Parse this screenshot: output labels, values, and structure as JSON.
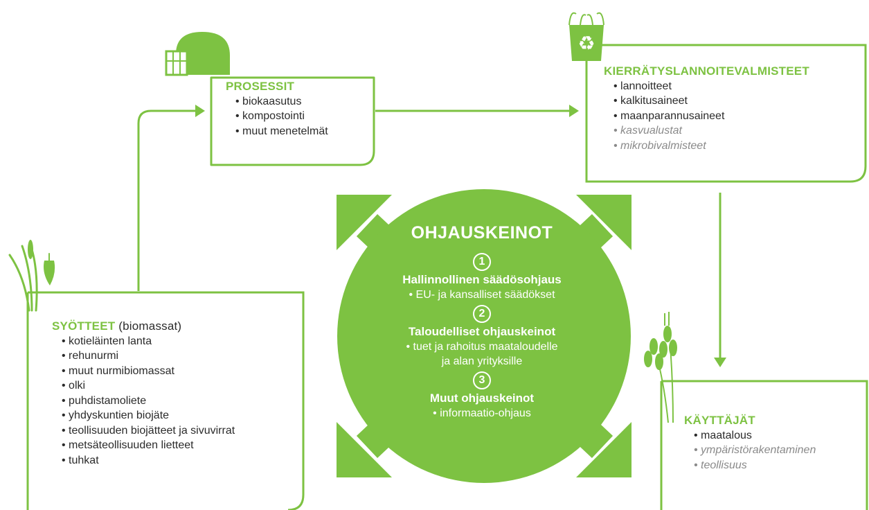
{
  "processes": {
    "heading": "PROSESSIT",
    "items": [
      "biokaasutus",
      "kompostointi",
      "muut menetelmät"
    ]
  },
  "recycled_fertilizers": {
    "heading": "KIERRÄTYSLANNOITEVALMISTEET",
    "items": [
      "lannoitteet",
      "kalkitusaineet",
      "maanparannusaineet",
      "kasvualustat",
      "mikrobivalmisteet"
    ]
  },
  "inputs": {
    "heading": "SYÖTTEET",
    "heading_sub": "(biomassat)",
    "items": [
      "kotieläinten lanta",
      "rehunurmi",
      "muut nurmibiomassat",
      "olki",
      "puhdistamoliete",
      "yhdyskuntien biojäte",
      "teollisuuden biojätteet ja sivuvirrat",
      "metsäteollisuuden lietteet",
      "tuhkat"
    ]
  },
  "users": {
    "heading": "KÄYTTÄJÄT",
    "items": [
      "maatalous",
      "ympäristörakentaminen",
      "teollisuus"
    ]
  },
  "steering": {
    "title": "OHJAUSKEINOT",
    "groups": [
      {
        "number": "1",
        "title": "Hallinnollinen säädösohjaus",
        "line1": "EU- ja kansalliset säädökset",
        "line2": ""
      },
      {
        "number": "2",
        "title": "Taloudelliset ohjauskeinot",
        "line1": "tuet ja rahoitus maataloudelle",
        "line2": "ja alan yrityksille"
      },
      {
        "number": "3",
        "title": "Muut ohjauskeinot",
        "line1": "informaatio-ohjaus",
        "line2": ""
      }
    ]
  },
  "colors": {
    "accent": "#7dc242",
    "text": "#2b2b2b",
    "muted": "#8a8a8a"
  },
  "icons": [
    "greenhouse-icon",
    "recycling-bag-icon",
    "reeds-apple-core-icon",
    "wheat-icon"
  ]
}
